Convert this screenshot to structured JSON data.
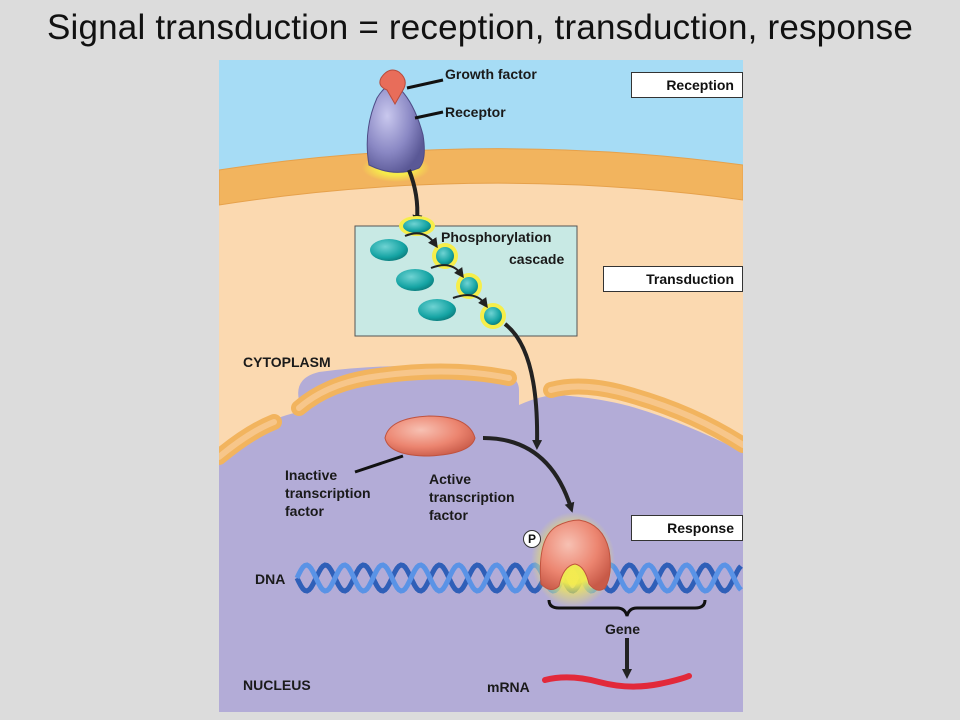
{
  "title": "Signal transduction = reception, transduction, response",
  "stages": {
    "reception": "Reception",
    "transduction": "Transduction",
    "response": "Response"
  },
  "labels": {
    "growth_factor": "Growth factor",
    "receptor": "Receptor",
    "phosphorylation_line1": "Phosphorylation",
    "phosphorylation_line2": "cascade",
    "cytoplasm": "CYTOPLASM",
    "inactive_line1": "Inactive",
    "inactive_line2": "transcription",
    "inactive_line3": "factor",
    "active_line1": "Active",
    "active_line2": "transcription",
    "active_line3": "factor",
    "phosphate": "P",
    "dna": "DNA",
    "gene": "Gene",
    "nucleus": "NUCLEUS",
    "mrna": "mRNA"
  },
  "colors": {
    "extracellular": "#a6dcf5",
    "membrane": "#f2b45e",
    "cytoplasm": "#fbd9b0",
    "cascade_box": "#c8e9e4",
    "nucleus": "#b3acd7",
    "receptor": "#8a88c4",
    "growth_factor": "#e86d5a",
    "kinase": "#14a3a3",
    "highlight": "#f6ee4a",
    "transcription_factor": "#ec8570",
    "dna": "#3b74d2",
    "mrna": "#e2293a"
  }
}
